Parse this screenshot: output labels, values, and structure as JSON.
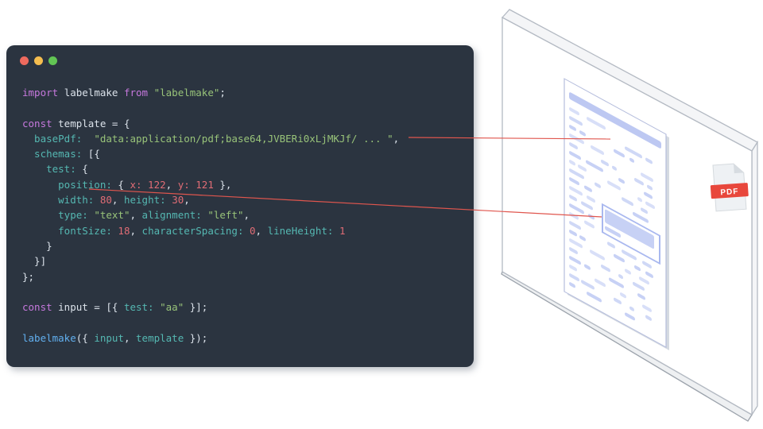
{
  "palette": {
    "code-bg": "#2b3440",
    "pl": "#dbe2ea",
    "kw": "#c678dd",
    "prop": "#55b8b2",
    "str": "#98c379",
    "num": "#e06c75",
    "fn": "#61afef",
    "connector": "#e0564e",
    "dot-red": "#ee6a5e",
    "dot-yellow": "#f5bd4f",
    "dot-green": "#62c554",
    "doc-line": "#c7d1f5",
    "doc-accent": "#bdc8f2",
    "field-stroke": "#a9b8ef",
    "pdf-red": "#e8473c",
    "panel-stroke": "#b4bac3",
    "page-stroke": "#b6bedd"
  },
  "editor_window": {
    "controls": [
      "close",
      "minimize",
      "zoom"
    ],
    "code_lines": [
      [
        {
          "t": "import ",
          "c": "kw"
        },
        {
          "t": "labelmake ",
          "c": "pl"
        },
        {
          "t": "from ",
          "c": "kw"
        },
        {
          "t": "\"labelmake\"",
          "c": "str"
        },
        {
          "t": ";",
          "c": "pl"
        }
      ],
      [],
      [
        {
          "t": "const ",
          "c": "kw"
        },
        {
          "t": "template = {",
          "c": "pl"
        }
      ],
      [
        {
          "t": "  basePdf:",
          "c": "prop"
        },
        {
          "t": "  ",
          "c": "pl"
        },
        {
          "t": "\"data:application/pdf;base64,JVBERi0xLjMKJf/ ... \"",
          "c": "str"
        },
        {
          "t": ",",
          "c": "pl"
        }
      ],
      [
        {
          "t": "  schemas:",
          "c": "prop"
        },
        {
          "t": " [{",
          "c": "pl"
        }
      ],
      [
        {
          "t": "    test:",
          "c": "prop"
        },
        {
          "t": " {",
          "c": "pl"
        }
      ],
      [
        {
          "t": "      position:",
          "c": "prop"
        },
        {
          "t": " { ",
          "c": "pl"
        },
        {
          "t": "x: 122",
          "c": "num"
        },
        {
          "t": ", ",
          "c": "pl"
        },
        {
          "t": "y: 121",
          "c": "num"
        },
        {
          "t": " },",
          "c": "pl"
        }
      ],
      [
        {
          "t": "      width:",
          "c": "prop"
        },
        {
          "t": " ",
          "c": "pl"
        },
        {
          "t": "80",
          "c": "num"
        },
        {
          "t": ", ",
          "c": "pl"
        },
        {
          "t": "height:",
          "c": "prop"
        },
        {
          "t": " ",
          "c": "pl"
        },
        {
          "t": "30",
          "c": "num"
        },
        {
          "t": ",",
          "c": "pl"
        }
      ],
      [
        {
          "t": "      type:",
          "c": "prop"
        },
        {
          "t": " ",
          "c": "pl"
        },
        {
          "t": "\"text\"",
          "c": "str"
        },
        {
          "t": ", ",
          "c": "pl"
        },
        {
          "t": "alignment:",
          "c": "prop"
        },
        {
          "t": " ",
          "c": "pl"
        },
        {
          "t": "\"left\"",
          "c": "str"
        },
        {
          "t": ",",
          "c": "pl"
        }
      ],
      [
        {
          "t": "      fontSize:",
          "c": "prop"
        },
        {
          "t": " ",
          "c": "pl"
        },
        {
          "t": "18",
          "c": "num"
        },
        {
          "t": ", ",
          "c": "pl"
        },
        {
          "t": "characterSpacing:",
          "c": "prop"
        },
        {
          "t": " ",
          "c": "pl"
        },
        {
          "t": "0",
          "c": "num"
        },
        {
          "t": ", ",
          "c": "pl"
        },
        {
          "t": "lineHeight:",
          "c": "prop"
        },
        {
          "t": " ",
          "c": "pl"
        },
        {
          "t": "1",
          "c": "num"
        }
      ],
      [
        {
          "t": "    }",
          "c": "pl"
        }
      ],
      [
        {
          "t": "  }]",
          "c": "pl"
        }
      ],
      [
        {
          "t": "};",
          "c": "pl"
        }
      ],
      [],
      [
        {
          "t": "const ",
          "c": "kw"
        },
        {
          "t": "input = [{ ",
          "c": "pl"
        },
        {
          "t": "test:",
          "c": "prop"
        },
        {
          "t": " ",
          "c": "pl"
        },
        {
          "t": "\"aa\"",
          "c": "str"
        },
        {
          "t": " }];",
          "c": "pl"
        }
      ],
      [],
      [
        {
          "t": "labelmake",
          "c": "fn"
        },
        {
          "t": "({ ",
          "c": "pl"
        },
        {
          "t": "input",
          "c": "prop"
        },
        {
          "t": ", ",
          "c": "pl"
        },
        {
          "t": "template",
          "c": "prop"
        },
        {
          "t": " });",
          "c": "pl"
        }
      ]
    ]
  },
  "illustration": {
    "pdf_icon_label": "PDF"
  }
}
